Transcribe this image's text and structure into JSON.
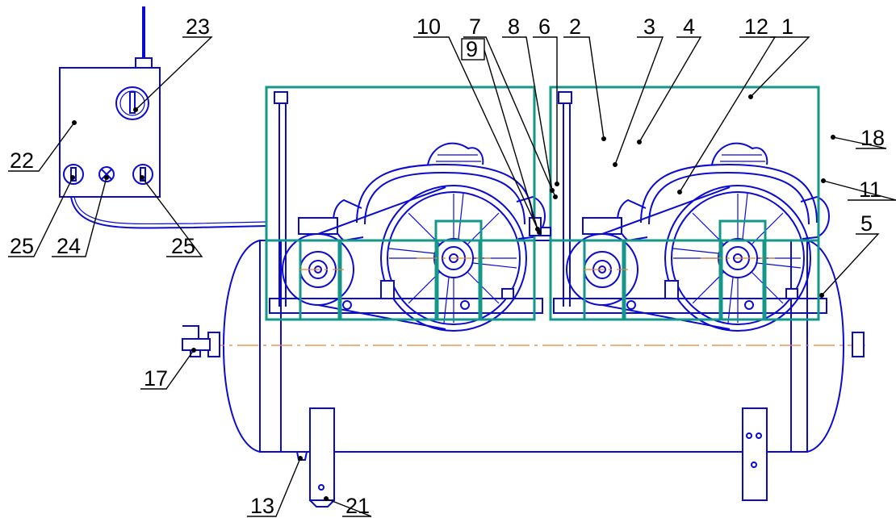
{
  "colors": {
    "outline": "#0a0ad2",
    "frame": "#14978a",
    "centerline": "#e8822a",
    "leader": "#000000"
  },
  "callouts": [
    {
      "label": "1"
    },
    {
      "label": "2"
    },
    {
      "label": "3"
    },
    {
      "label": "4"
    },
    {
      "label": "5"
    },
    {
      "label": "6"
    },
    {
      "label": "7"
    },
    {
      "label": "8"
    },
    {
      "label": "9"
    },
    {
      "label": "10"
    },
    {
      "label": "11"
    },
    {
      "label": "12"
    },
    {
      "label": "13"
    },
    {
      "label": "17"
    },
    {
      "label": "18"
    },
    {
      "label": "21"
    },
    {
      "label": "22"
    },
    {
      "label": "23"
    },
    {
      "label": "24"
    },
    {
      "label": "25"
    },
    {
      "label": "25"
    }
  ]
}
